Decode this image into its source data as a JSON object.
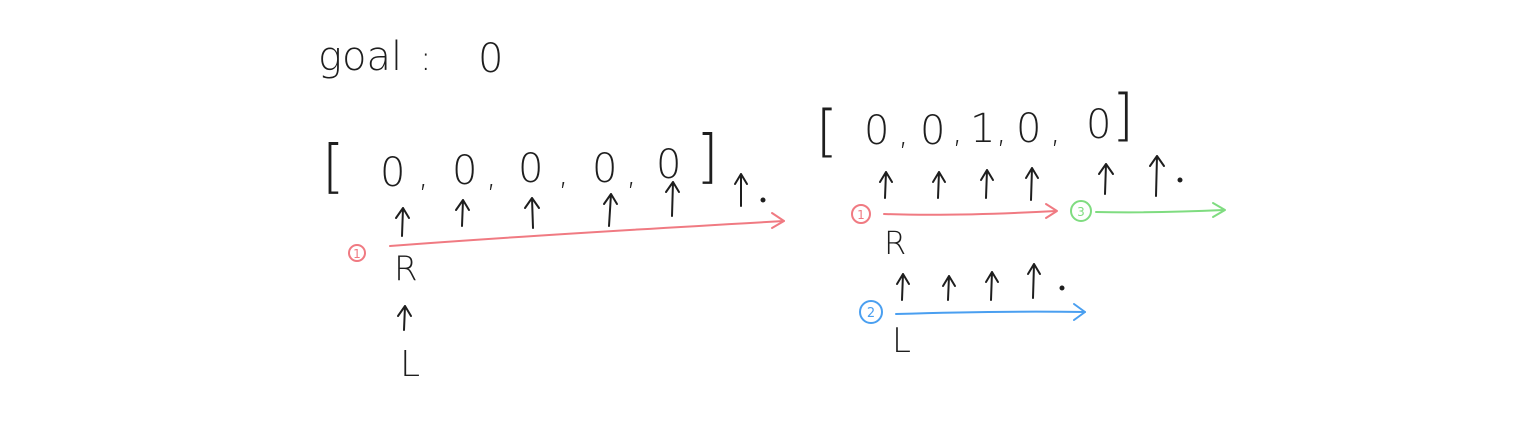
{
  "goal": {
    "label": "goal",
    "separator": ":",
    "value": "0"
  },
  "left_example": {
    "array": {
      "open": "[",
      "close": "]",
      "items": [
        "0",
        "0",
        "0",
        "0",
        "0"
      ],
      "separator": ","
    },
    "pass1": {
      "marker": "1",
      "pointer_label": "R",
      "color": "#f07a82"
    },
    "second_pointer_label": "L"
  },
  "right_example": {
    "array": {
      "open": "[",
      "close": "]",
      "items": [
        "0",
        "0",
        "1",
        "0",
        "0"
      ],
      "separator": ","
    },
    "pass1": {
      "marker": "1",
      "pointer_label": "R",
      "color": "#f07a82"
    },
    "pass2": {
      "marker": "2",
      "pointer_label": "L",
      "color": "#4a9ff0"
    },
    "pass3": {
      "marker": "3",
      "color": "#7fdc80"
    }
  },
  "colors": {
    "ink": "#1e1e1e",
    "red": "#f07a82",
    "blue": "#4a9ff0",
    "green": "#7fdc80"
  }
}
